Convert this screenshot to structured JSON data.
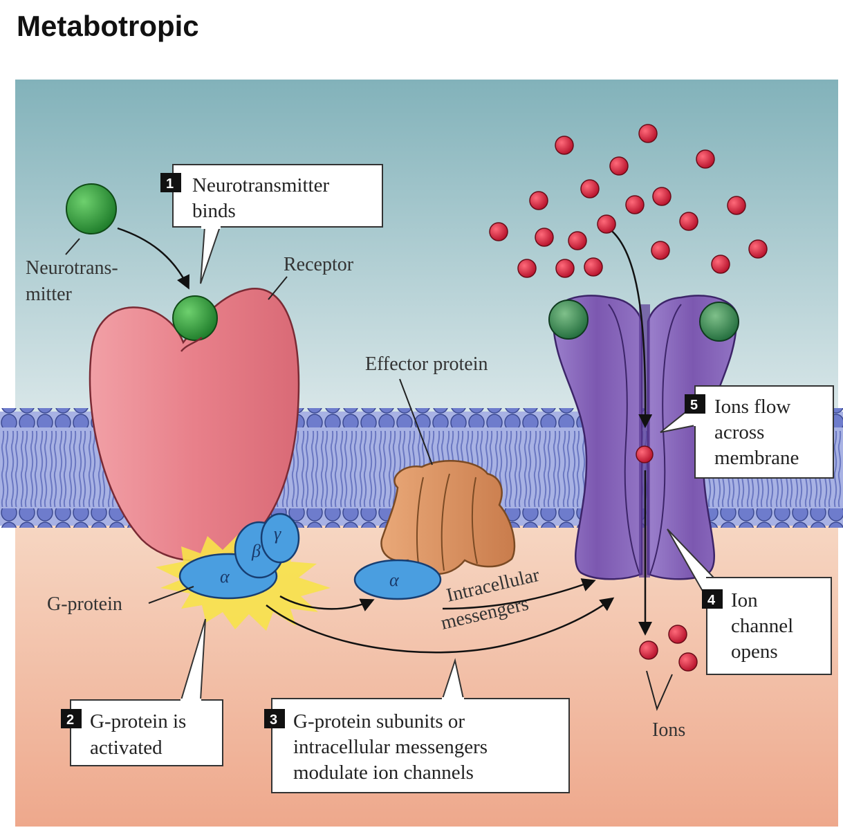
{
  "title": "Metabotropic",
  "labels": {
    "neurotransmitter_line1": "Neurotrans-",
    "neurotransmitter_line2": "mitter",
    "receptor": "Receptor",
    "effector_protein": "Effector protein",
    "g_protein": "G-protein",
    "alpha": "α",
    "beta": "β",
    "gamma": "γ",
    "intracellular_line1": "Intracellular",
    "intracellular_line2": "messengers",
    "ions": "Ions"
  },
  "callouts": [
    {
      "number": "1",
      "lines": [
        "Neurotransmitter",
        "binds"
      ]
    },
    {
      "number": "2",
      "lines": [
        "G-protein is",
        "activated"
      ]
    },
    {
      "number": "3",
      "lines": [
        "G-protein subunits or",
        "intracellular messengers",
        "modulate ion channels"
      ]
    },
    {
      "number": "4",
      "lines": [
        "Ion",
        "channel",
        "opens"
      ]
    },
    {
      "number": "5",
      "lines": [
        "Ions flow",
        "across",
        "membrane"
      ]
    }
  ],
  "colors": {
    "extracellular": "#8fb9c0",
    "intracellular": "#f0c2a8",
    "membrane": "#8a96d8",
    "neurotransmitter": "#2f9a3a",
    "receptor": "#e8808a",
    "g_protein": "#4a9ee0",
    "effector": "#d99262",
    "ion_channel": "#8664b8",
    "ion": "#d8213e",
    "activation_burst": "#f7e24a"
  }
}
